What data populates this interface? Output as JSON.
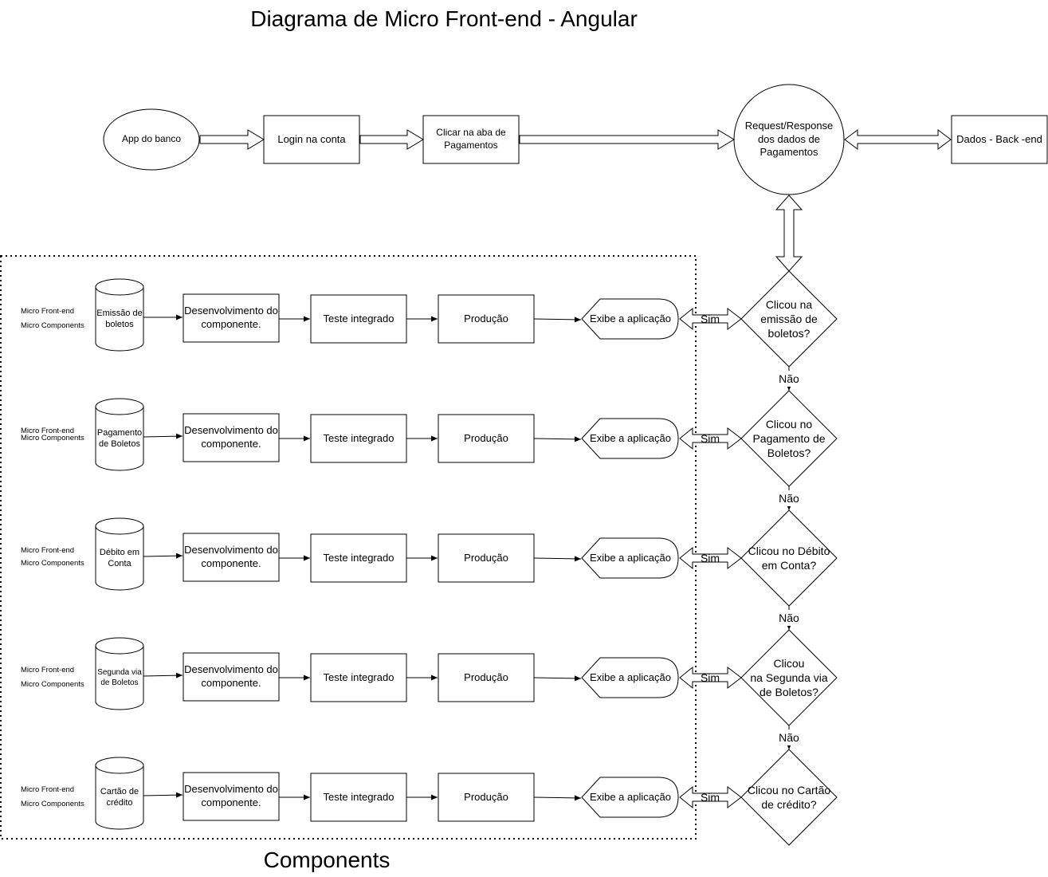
{
  "title": "Diagrama de Micro Front-end - Angular",
  "components_label": "Components",
  "top_flow": {
    "app": "App do banco",
    "login": "Login na conta",
    "clicar": "Clicar na aba de Pagamentos",
    "request": "Request/Response dos dados de Pagamentos",
    "backend": "Dados - Back -end"
  },
  "rows": [
    {
      "side1": "Micro Front-end",
      "side2": "Micro Components",
      "db": "Emissão de boletos",
      "dev": "Desenvolvimento do componente.",
      "teste": "Teste integrado",
      "prod": "Produção",
      "exibe": "Exibe a aplicação",
      "sim": "Sim",
      "decision": "Clicou na emissão de boletos?",
      "nao": "Não"
    },
    {
      "side1": "Micro Front-end",
      "side2": "Micro Components",
      "db": "Pagamento de Boletos",
      "dev": "Desenvolvimento do componente.",
      "teste": "Teste integrado",
      "prod": "Produção",
      "exibe": "Exibe a aplicação",
      "sim": "Sim",
      "decision": "Clicou no Pagamento de Boletos?",
      "nao": "Não"
    },
    {
      "side1": "Micro Front-end",
      "side2": "Micro Components",
      "db": "Débito em Conta",
      "dev": "Desenvolvimento do componente.",
      "teste": "Teste integrado",
      "prod": "Produção",
      "exibe": "Exibe a aplicação",
      "sim": "Sim",
      "decision": "Clicou no Débito em Conta?",
      "nao": "Não"
    },
    {
      "side1": "Micro Front-end",
      "side2": "Micro Components",
      "db": "Segunda via de Boletos",
      "dev": "Desenvolvimento do componente.",
      "teste": "Teste integrado",
      "prod": "Produção",
      "exibe": "Exibe a aplicação",
      "sim": "Sim",
      "decision": "Clicou\nna Segunda via de Boletos?",
      "nao": "Não"
    },
    {
      "side1": "Micro Front-end",
      "side2": "Micro Components",
      "db": "Cartão de crédito",
      "dev": "Desenvolvimento do componente.",
      "teste": "Teste integrado",
      "prod": "Produção",
      "exibe": "Exibe a aplicação",
      "sim": "Sim",
      "decision": "Clicou no Cartão de crédito?",
      "nao": ""
    }
  ]
}
